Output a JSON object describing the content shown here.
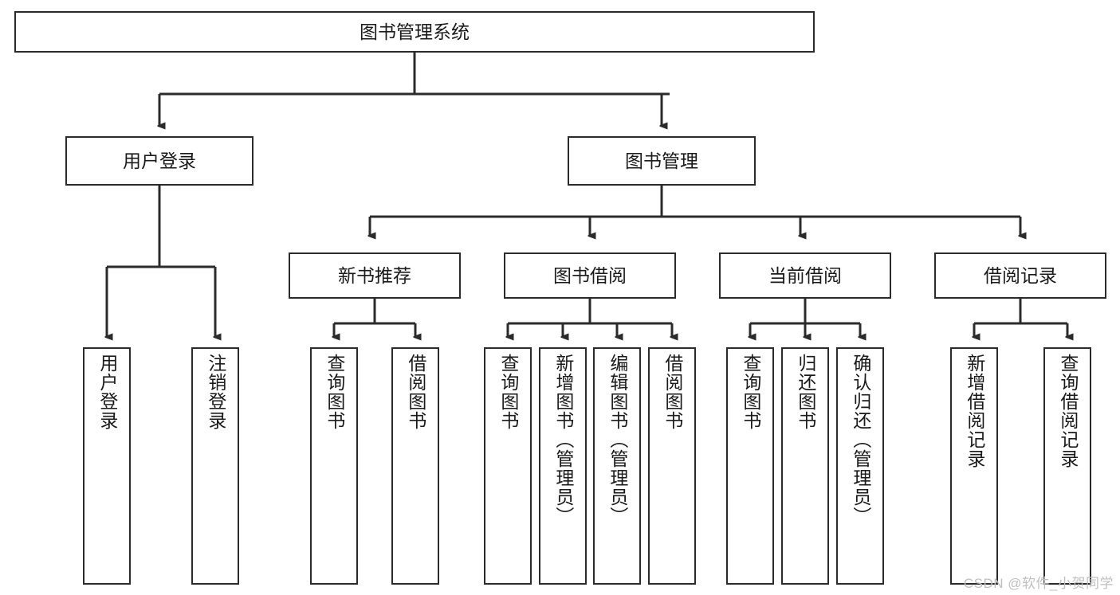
{
  "diagram": {
    "title": "图书管理系统",
    "watermark": "CSDN @软件_小贺同学",
    "colors": {
      "stroke": "#2b2b2b",
      "fill": "#ffffff",
      "text": "#1a1a1a",
      "watermark": "#bfbfbf"
    },
    "nodes": {
      "root": "图书管理系统",
      "level2": [
        "用户登录",
        "图书管理"
      ],
      "level3": [
        "新书推荐",
        "图书借阅",
        "当前借阅",
        "借阅记录"
      ],
      "leaves": {
        "user_login": [
          "用户登录",
          "注销登录"
        ],
        "new_book": [
          "查询图书",
          "借阅图书"
        ],
        "book_borrow": [
          "查询图书",
          "新增图书（管理员）",
          "编辑图书（管理员）",
          "借阅图书"
        ],
        "current_borrow": [
          "查询图书",
          "归还图书",
          "确认归还（管理员）"
        ],
        "borrow_record": [
          "新增借阅记录",
          "查询借阅记录"
        ]
      }
    }
  }
}
